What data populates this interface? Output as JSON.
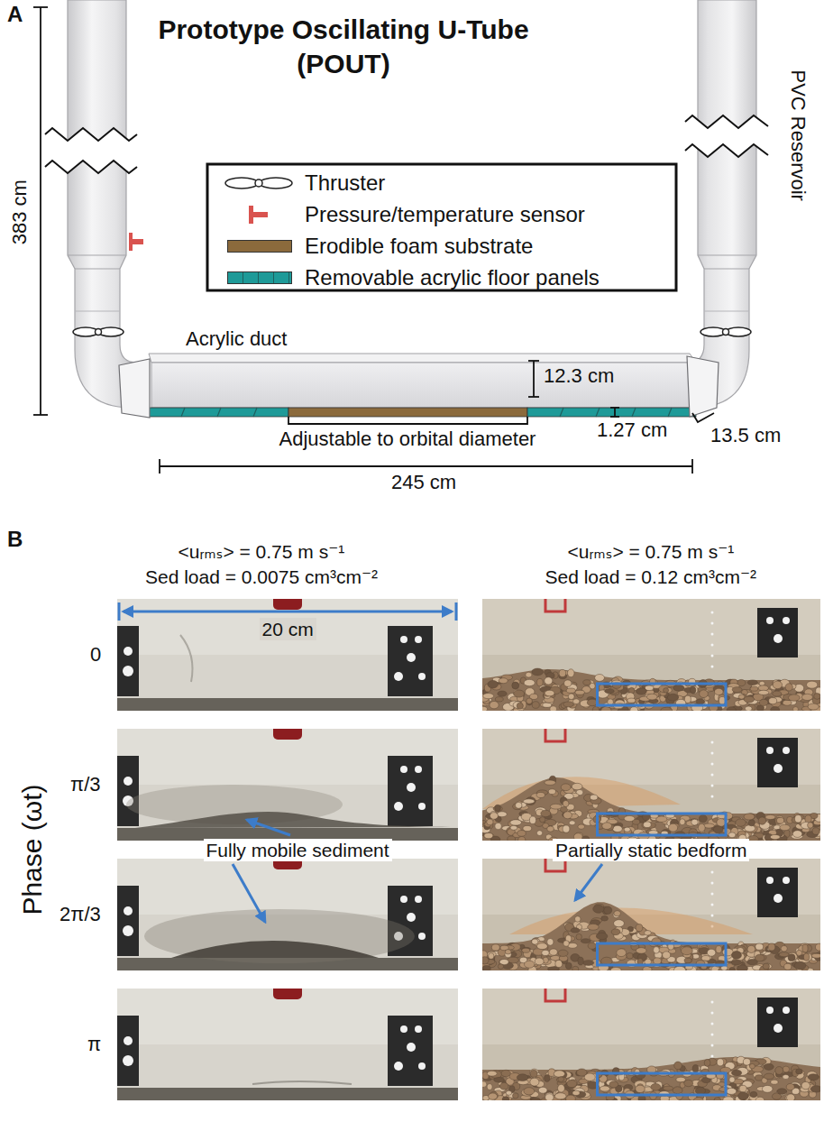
{
  "diagram": {
    "title": "Prototype Oscillating U-Tube (POUT)",
    "labels": [
      "A",
      "383 cm",
      "PVC Reservoir",
      "Acrylic duct",
      "12.3 cm",
      "1.27 cm",
      "13.5 cm",
      "Adjustable to orbital diameter",
      "245 cm",
      "B",
      "<uᵣₘₛ> = 0.75 m s⁻¹",
      "Sed load = 0.0075 cm³cm⁻²",
      "<uᵣₘₛ> = 0.75 m s⁻¹",
      "Sed load = 0.12 cm³cm⁻²",
      "20 cm",
      "0",
      "π/3",
      "2π/3",
      "π",
      "Phase (ωt)",
      "Fully mobile sediment",
      "Partially static bedform"
    ],
    "legend": [
      {
        "text": "Thruster"
      },
      {
        "text": "Pressure/temperature sensor"
      },
      {
        "text": "Erodible foam substrate",
        "color": "#8b6a3c"
      },
      {
        "text": "Removable acrylic floor panels",
        "color": "#1e9a98"
      }
    ]
  }
}
